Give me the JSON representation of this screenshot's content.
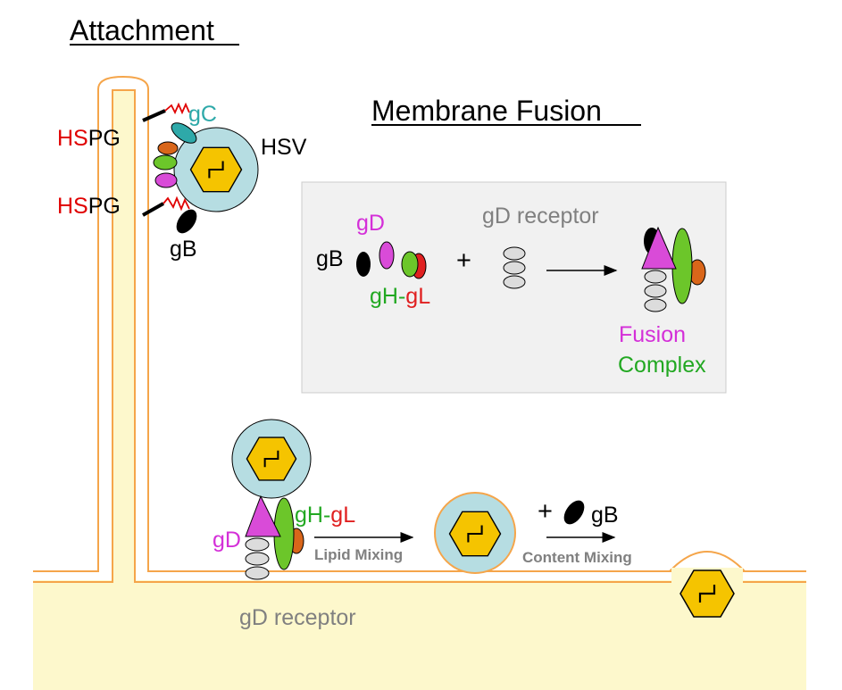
{
  "titles": {
    "attachment": "Attachment",
    "membrane_fusion": "Membrane Fusion"
  },
  "attachment": {
    "hspg_1": {
      "hs": "HS",
      "pg": "PG"
    },
    "hspg_2": {
      "hs": "HS",
      "pg": "PG"
    },
    "gC": "gC",
    "gB": "gB",
    "hsv": "HSV"
  },
  "fusion_box": {
    "gB": "gB",
    "gD": "gD",
    "gH": "gH-",
    "gL": "gL",
    "plus": "+",
    "gd_receptor": "gD receptor",
    "fusion": "Fusion",
    "complex": "Complex"
  },
  "bottom": {
    "gD": "gD",
    "gH": "gH-",
    "gL": "gL",
    "lipid_mixing": "Lipid Mixing",
    "plus": "+",
    "gB": "gB",
    "content_mixing": "Content Mixing",
    "gd_receptor": "gD receptor"
  },
  "colors": {
    "membrane": "#f5a54a",
    "cytoplasm": "#fdf8cc",
    "virion": "#b6dde2",
    "capsid": "#f5c400",
    "gD": "#d94bd8",
    "gH": "#6cc62a",
    "gL": "#e02020",
    "gC": "#2ea9a9",
    "orange": "#d9661a",
    "receptor": "#dcdcdc",
    "hs_red": "#e00000",
    "label_green": "#22a822",
    "label_magenta": "#d42fd8",
    "label_grey": "#808080"
  }
}
